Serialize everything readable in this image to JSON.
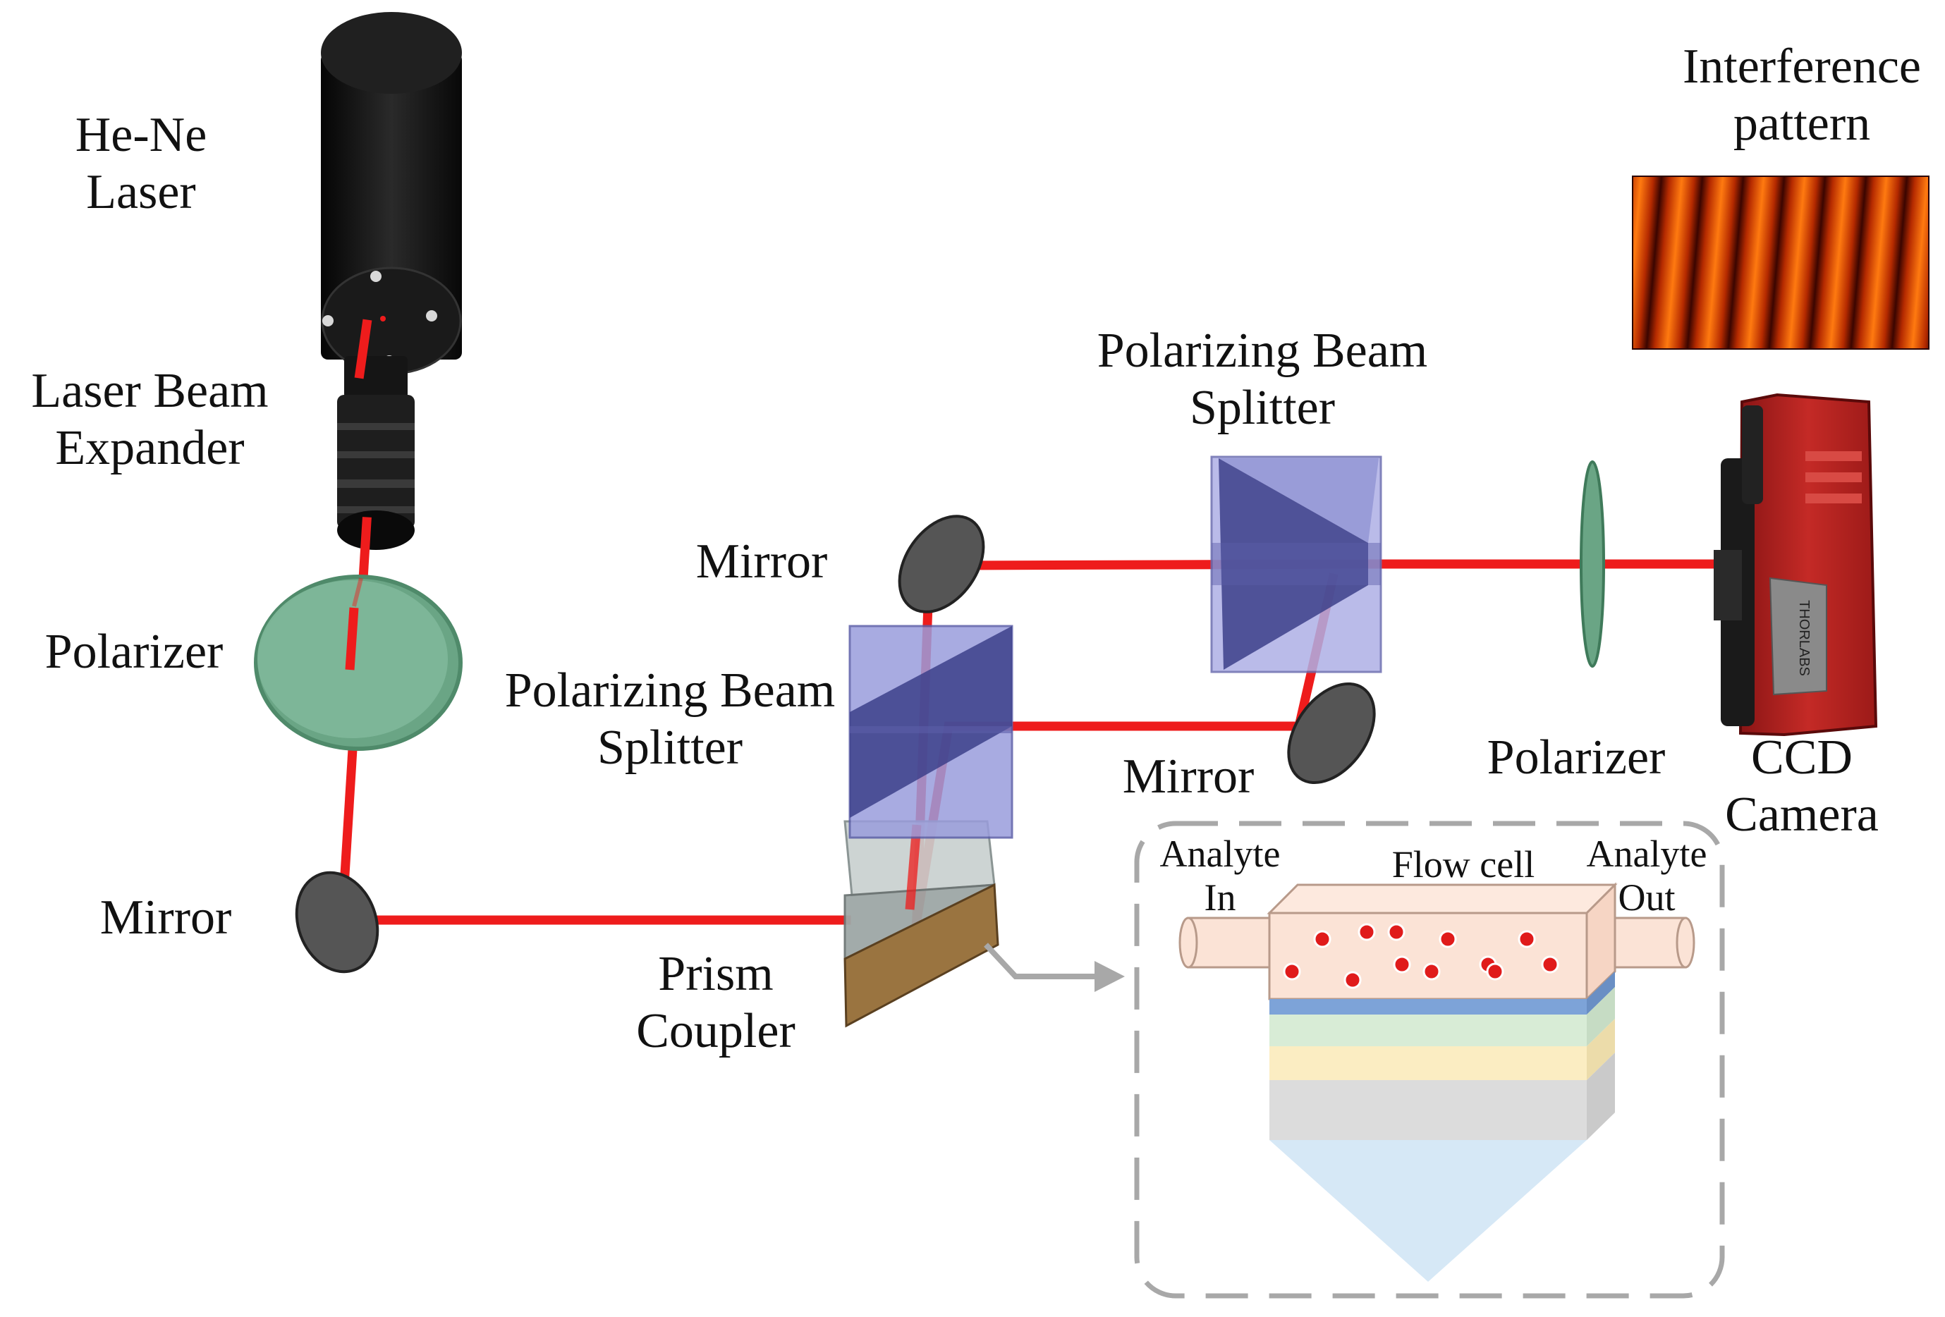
{
  "labels": {
    "laser": [
      "He-Ne",
      "Laser"
    ],
    "expander": [
      "Laser Beam",
      "Expander"
    ],
    "polarizer_left": "Polarizer",
    "mirror_bottom": "Mirror",
    "mirror_top": "Mirror",
    "mirror_right": "Mirror",
    "pbs_left": [
      "Polarizing Beam",
      "Splitter"
    ],
    "pbs_right": [
      "Polarizing Beam",
      "Splitter"
    ],
    "prism": [
      "Prism",
      "Coupler"
    ],
    "polarizer_right": "Polarizer",
    "camera": [
      "CCD",
      "Camera"
    ],
    "interference": [
      "Interference",
      "pattern"
    ],
    "analyte_in": [
      "Analyte",
      "In"
    ],
    "flow_cell": "Flow cell",
    "analyte_out": [
      "Analyte",
      "Out"
    ]
  },
  "camera_brand": "THORLABS",
  "colors": {
    "beam": "#ee1c1c",
    "laser_body": "#1a1a1a",
    "polarizer": "#7fb89a",
    "mirror": "#5a5a5a",
    "cube": "#8c8fd0",
    "cube_dark": "#3c3f8a",
    "prism_gold": "#9a7440",
    "camera": "#b0201f",
    "flow_cell": "#fbe3d6",
    "particle": "#e01b1b",
    "layer_blue": "#7da3d8",
    "layer_green": "#d8ecd6",
    "layer_yellow": "#fbedc2",
    "layer_grey": "#dcdcdc",
    "prism_bottom": "#d6e8f6",
    "inset_border": "#a8a8a8"
  }
}
